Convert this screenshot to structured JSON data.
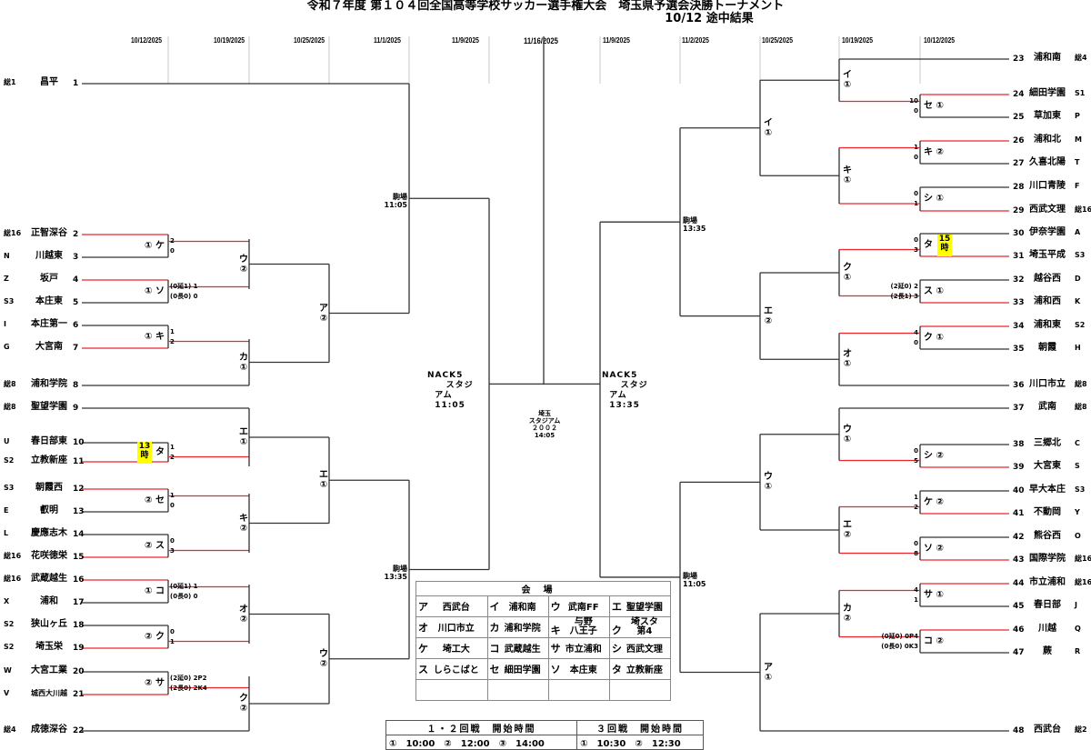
{
  "title": {
    "line1": "令和７年度 第１０４回全国高等学校サッカー選手権大会　埼玉県予選会決勝トーナメント",
    "line2": "10/12 途中結果"
  },
  "round_dates": {
    "left": [
      "10/12/2025",
      "10/19/2025",
      "10/25/2025",
      "11/1/2025",
      "11/9/2025"
    ],
    "center": "11/16/2025",
    "right": [
      "11/9/2025",
      "11/2/2025",
      "10/25/2025",
      "10/19/2025",
      "10/12/2025"
    ]
  },
  "teams": [
    {
      "no": 1,
      "name": "昌平",
      "pref": "総1"
    },
    {
      "no": 2,
      "name": "正智深谷",
      "pref": "総16"
    },
    {
      "no": 3,
      "name": "川越東",
      "pref": "N"
    },
    {
      "no": 4,
      "name": "坂戸",
      "pref": "Z"
    },
    {
      "no": 5,
      "name": "本庄東",
      "pref": "S3"
    },
    {
      "no": 6,
      "name": "本庄第一",
      "pref": "I"
    },
    {
      "no": 7,
      "name": "大宮南",
      "pref": "G"
    },
    {
      "no": 8,
      "name": "浦和学院",
      "pref": "総8"
    },
    {
      "no": 9,
      "name": "聖望学園",
      "pref": "総8"
    },
    {
      "no": 10,
      "name": "春日部東",
      "pref": "U"
    },
    {
      "no": 11,
      "name": "立教新座",
      "pref": "S2"
    },
    {
      "no": 12,
      "name": "朝霞西",
      "pref": "S3"
    },
    {
      "no": 13,
      "name": "叡明",
      "pref": "E"
    },
    {
      "no": 14,
      "name": "慶應志木",
      "pref": "L"
    },
    {
      "no": 15,
      "name": "花咲徳栄",
      "pref": "総16"
    },
    {
      "no": 16,
      "name": "武蔵越生",
      "pref": "総16"
    },
    {
      "no": 17,
      "name": "浦和",
      "pref": "X"
    },
    {
      "no": 18,
      "name": "狭山ヶ丘",
      "pref": "S2"
    },
    {
      "no": 19,
      "name": "埼玉栄",
      "pref": "S2"
    },
    {
      "no": 20,
      "name": "大宮工業",
      "pref": "W"
    },
    {
      "no": 21,
      "name": "城西大川越",
      "pref": "V"
    },
    {
      "no": 22,
      "name": "成徳深谷",
      "pref": "総4"
    },
    {
      "no": 23,
      "name": "浦和南",
      "pref": "総4"
    },
    {
      "no": 24,
      "name": "細田学園",
      "pref": "S1"
    },
    {
      "no": 25,
      "name": "草加東",
      "pref": "P"
    },
    {
      "no": 26,
      "name": "浦和北",
      "pref": "M"
    },
    {
      "no": 27,
      "name": "久喜北陽",
      "pref": "T"
    },
    {
      "no": 28,
      "name": "川口青陵",
      "pref": "F"
    },
    {
      "no": 29,
      "name": "西武文理",
      "pref": "総16"
    },
    {
      "no": 30,
      "name": "伊奈学園",
      "pref": "A"
    },
    {
      "no": 31,
      "name": "埼玉平成",
      "pref": "S3"
    },
    {
      "no": 32,
      "name": "越谷西",
      "pref": "D"
    },
    {
      "no": 33,
      "name": "浦和西",
      "pref": "K"
    },
    {
      "no": 34,
      "name": "浦和東",
      "pref": "S2"
    },
    {
      "no": 35,
      "name": "朝霞",
      "pref": "H"
    },
    {
      "no": 36,
      "name": "川口市立",
      "pref": "総8"
    },
    {
      "no": 37,
      "name": "武南",
      "pref": "総8"
    },
    {
      "no": 38,
      "name": "三郷北",
      "pref": "C"
    },
    {
      "no": 39,
      "name": "大宮東",
      "pref": "S"
    },
    {
      "no": 40,
      "name": "早大本庄",
      "pref": "S3"
    },
    {
      "no": 41,
      "name": "不動岡",
      "pref": "Y"
    },
    {
      "no": 42,
      "name": "熊谷西",
      "pref": "O"
    },
    {
      "no": 43,
      "name": "国際学院",
      "pref": "総16"
    },
    {
      "no": 44,
      "name": "市立浦和",
      "pref": "総16"
    },
    {
      "no": 45,
      "name": "春日部",
      "pref": "J"
    },
    {
      "no": 46,
      "name": "川越",
      "pref": "Q"
    },
    {
      "no": 47,
      "name": "蕨",
      "pref": "R"
    },
    {
      "no": 48,
      "name": "西武台",
      "pref": "総2"
    }
  ],
  "round1": [
    {
      "teams": [
        2,
        3
      ],
      "venue": "ケ",
      "slot": "①",
      "scores": [
        "2",
        "0"
      ],
      "winner": 0
    },
    {
      "teams": [
        4,
        5
      ],
      "venue": "ソ",
      "slot": "①",
      "scores": [
        "(0延1) 1",
        "(0長0) 0"
      ],
      "winner": 0
    },
    {
      "teams": [
        6,
        7
      ],
      "venue": "キ",
      "slot": "①",
      "scores": [
        "1",
        "2"
      ],
      "winner": 1
    },
    {
      "teams": [
        10,
        11
      ],
      "venue": "タ",
      "slot": "",
      "time_note": "13\n時",
      "scores": [
        "1",
        "2"
      ],
      "winner": 1
    },
    {
      "teams": [
        12,
        13
      ],
      "venue": "セ",
      "slot": "②",
      "scores": [
        "1",
        "0"
      ],
      "winner": 0
    },
    {
      "teams": [
        14,
        15
      ],
      "venue": "ス",
      "slot": "②",
      "scores": [
        "0",
        "3"
      ],
      "winner": 1
    },
    {
      "teams": [
        16,
        17
      ],
      "venue": "コ",
      "slot": "①",
      "scores": [
        "(0延1) 1",
        "(0長0) 0"
      ],
      "winner": 0
    },
    {
      "teams": [
        18,
        19
      ],
      "venue": "ク",
      "slot": "②",
      "scores": [
        "0",
        "1"
      ],
      "winner": 1
    },
    {
      "teams": [
        20,
        21
      ],
      "venue": "サ",
      "slot": "②",
      "scores": [
        "(2延0) 2P2",
        "(2長0) 2K4"
      ],
      "winner": 1
    },
    {
      "teams": [
        24,
        25
      ],
      "venue": "セ",
      "slot": "①",
      "scores": [
        "10",
        "0"
      ],
      "winner": 0
    },
    {
      "teams": [
        26,
        27
      ],
      "venue": "キ",
      "slot": "②",
      "scores": [
        "1",
        "0"
      ],
      "winner": 0
    },
    {
      "teams": [
        28,
        29
      ],
      "venue": "シ",
      "slot": "①",
      "scores": [
        "0",
        "1"
      ],
      "winner": 1
    },
    {
      "teams": [
        30,
        31
      ],
      "venue": "タ",
      "slot": "",
      "time_note": "15\n時",
      "scores": [
        "0",
        "3"
      ],
      "winner": 1
    },
    {
      "teams": [
        32,
        33
      ],
      "venue": "ス",
      "slot": "①",
      "scores": [
        "(2延0) 2",
        "(2長1) 3"
      ],
      "winner": 1
    },
    {
      "teams": [
        34,
        35
      ],
      "venue": "ク",
      "slot": "①",
      "scores": [
        "4",
        "0"
      ],
      "winner": 0
    },
    {
      "teams": [
        38,
        39
      ],
      "venue": "シ",
      "slot": "②",
      "scores": [
        "0",
        "5"
      ],
      "winner": 1
    },
    {
      "teams": [
        40,
        41
      ],
      "venue": "ケ",
      "slot": "②",
      "scores": [
        "1",
        "2"
      ],
      "winner": 1
    },
    {
      "teams": [
        42,
        43
      ],
      "venue": "ソ",
      "slot": "②",
      "scores": [
        "0",
        "8"
      ],
      "winner": 1
    },
    {
      "teams": [
        44,
        45
      ],
      "venue": "サ",
      "slot": "①",
      "scores": [
        "4",
        "1"
      ],
      "winner": 0
    },
    {
      "teams": [
        46,
        47
      ],
      "venue": "コ",
      "slot": "②",
      "scores": [
        "(0延0) 0P4",
        "(0長0) 0K3"
      ],
      "winner": 0
    }
  ],
  "round2_labels": {
    "left": [
      {
        "venue": "ウ",
        "slot": "②"
      },
      {
        "venue": "カ",
        "slot": "①"
      },
      {
        "venue": "エ",
        "slot": "①"
      },
      {
        "venue": "キ",
        "slot": "②"
      },
      {
        "venue": "オ",
        "slot": "②"
      },
      {
        "venue": "ク",
        "slot": "②"
      }
    ],
    "right": [
      {
        "venue": "イ",
        "slot": "①"
      },
      {
        "venue": "キ",
        "slot": "①"
      },
      {
        "venue": "ク",
        "slot": "①"
      },
      {
        "venue": "オ",
        "slot": "①"
      },
      {
        "venue": "ウ",
        "slot": "①"
      },
      {
        "venue": "エ",
        "slot": "②"
      },
      {
        "venue": "カ",
        "slot": "②"
      }
    ]
  },
  "round3_labels": {
    "left": [
      {
        "venue": "ア",
        "slot": "②"
      },
      {
        "venue": "エ",
        "slot": "①"
      },
      {
        "venue": "ウ",
        "slot": "②"
      }
    ],
    "right": [
      {
        "venue": "イ",
        "slot": "①"
      },
      {
        "venue": "エ",
        "slot": "②"
      },
      {
        "venue": "ウ",
        "slot": "①"
      },
      {
        "venue": "ア",
        "slot": "①"
      }
    ]
  },
  "round4": {
    "left": [
      {
        "venue": "駒場",
        "time": "11:05"
      },
      {
        "venue": "駒場",
        "time": "13:35"
      }
    ],
    "right": [
      {
        "venue": "駒場",
        "time": "13:35"
      },
      {
        "venue": "駒場",
        "time": "11:05"
      }
    ]
  },
  "semifinal": {
    "left": {
      "venue_line1": "NACK5",
      "venue_line2": "スタジ",
      "venue_line3": "アム",
      "time": "11:05"
    },
    "right": {
      "venue_line1": "NACK5",
      "venue_line2": "スタジ",
      "venue_line3": "アム",
      "time": "13:35"
    }
  },
  "final": {
    "venue_line1": "埼玉",
    "venue_line2": "スタジアム",
    "venue_line3": "２００２",
    "time": "14:05"
  },
  "venue_table": {
    "header": "会場",
    "rows": [
      [
        {
          "k": "ア",
          "v": "西武台"
        },
        {
          "k": "イ",
          "v": "浦和南"
        },
        {
          "k": "ウ",
          "v": "武南FF"
        },
        {
          "k": "エ",
          "v": "聖望学園"
        }
      ],
      [
        {
          "k": "オ",
          "v": "川口市立"
        },
        {
          "k": "カ",
          "v": "浦和学院"
        },
        {
          "k": "キ",
          "v": "与野\n八王子"
        },
        {
          "k": "ク",
          "v": "埼スタ\n第4"
        }
      ],
      [
        {
          "k": "ケ",
          "v": "埼工大"
        },
        {
          "k": "コ",
          "v": "武蔵越生"
        },
        {
          "k": "サ",
          "v": "市立浦和"
        },
        {
          "k": "シ",
          "v": "西武文理"
        }
      ],
      [
        {
          "k": "ス",
          "v": "しらこばと"
        },
        {
          "k": "セ",
          "v": "細田学園"
        },
        {
          "k": "ソ",
          "v": "本庄東"
        },
        {
          "k": "タ",
          "v": "立教新座"
        }
      ],
      [
        {
          "k": "",
          "v": ""
        },
        {
          "k": "",
          "v": ""
        },
        {
          "k": "",
          "v": ""
        },
        {
          "k": "",
          "v": ""
        }
      ]
    ]
  },
  "start_times": {
    "r12_header": "１・２回戦　開始時間",
    "r3_header": "３回戦　開始時間",
    "r12": "①　10:00　②　12:00　③　14:00",
    "r3": "①　10:30　②　12:30"
  },
  "colors": {
    "winner_line": "#e8262b",
    "line": "#333333",
    "highlight": "#ffff00",
    "gridline": "#bbbbbb"
  }
}
